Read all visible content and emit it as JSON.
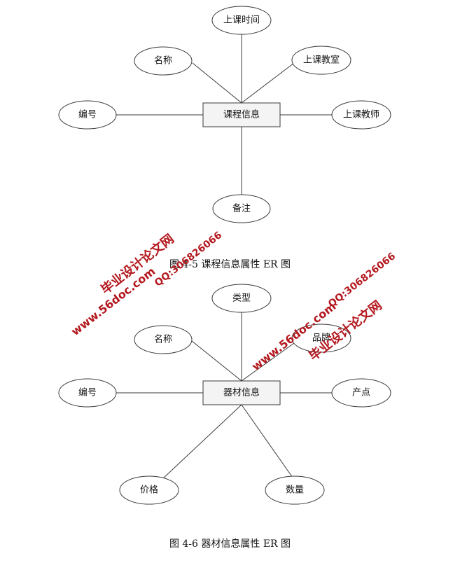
{
  "diagrams": [
    {
      "entity": "课程信息",
      "attributes": [
        "上课时间",
        "名称",
        "上课教室",
        "编号",
        "上课教师",
        "备注"
      ],
      "caption": "图 4-5 课程信息属性 ER 图"
    },
    {
      "entity": "器材信息",
      "attributes": [
        "类型",
        "名称",
        "品牌",
        "编号",
        "产点",
        "价格",
        "数量"
      ],
      "caption": "图 4-6 器材信息属性 ER 图"
    }
  ],
  "watermarks": {
    "title": "毕业设计论文网",
    "site": "www.56doc.com",
    "qq": "QQ:306826066"
  },
  "colors": {
    "line": "#3b3b3b",
    "entity_fill": "#f4f4f4",
    "watermark": "#b3181e"
  }
}
